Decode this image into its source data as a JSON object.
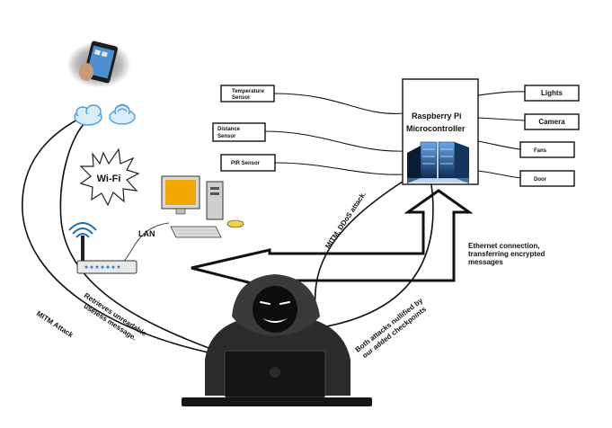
{
  "controller": {
    "line1": "Raspberry Pi",
    "line2": "Microcontroller"
  },
  "sensors": {
    "temperature": [
      "Temperature",
      "Sensor"
    ],
    "distance": [
      "Distance",
      "Sensor"
    ],
    "pir": "PIR Sensor"
  },
  "outputs": {
    "lights": "Lights",
    "camera": "Camera",
    "fans": "Fans",
    "door": "Door"
  },
  "network": {
    "wifi": "Wi-Fi",
    "lan": "LAN"
  },
  "ethernet": [
    "Ethernet connection,",
    "transferring encrypted",
    "messages"
  ],
  "attacks": {
    "mitm": "MITM Attack",
    "retrieves": [
      "Retrieves unreadable",
      "useless message."
    ],
    "mitm_ddos": "MITM, DDoS attack.",
    "nullified": [
      "Both attacks nullified by",
      "our added checkpoints"
    ]
  },
  "icons": [
    "smartphone-icon",
    "cloud-icon",
    "wifi-burst-icon",
    "desktop-computer-icon",
    "router-icon",
    "server-rack-icon",
    "hacker-icon"
  ],
  "colors": {
    "line": "#111111",
    "monitor_screen": "#f2a800",
    "router_signal": "#1f6fb5",
    "server_blue": "#2f7fd0"
  }
}
